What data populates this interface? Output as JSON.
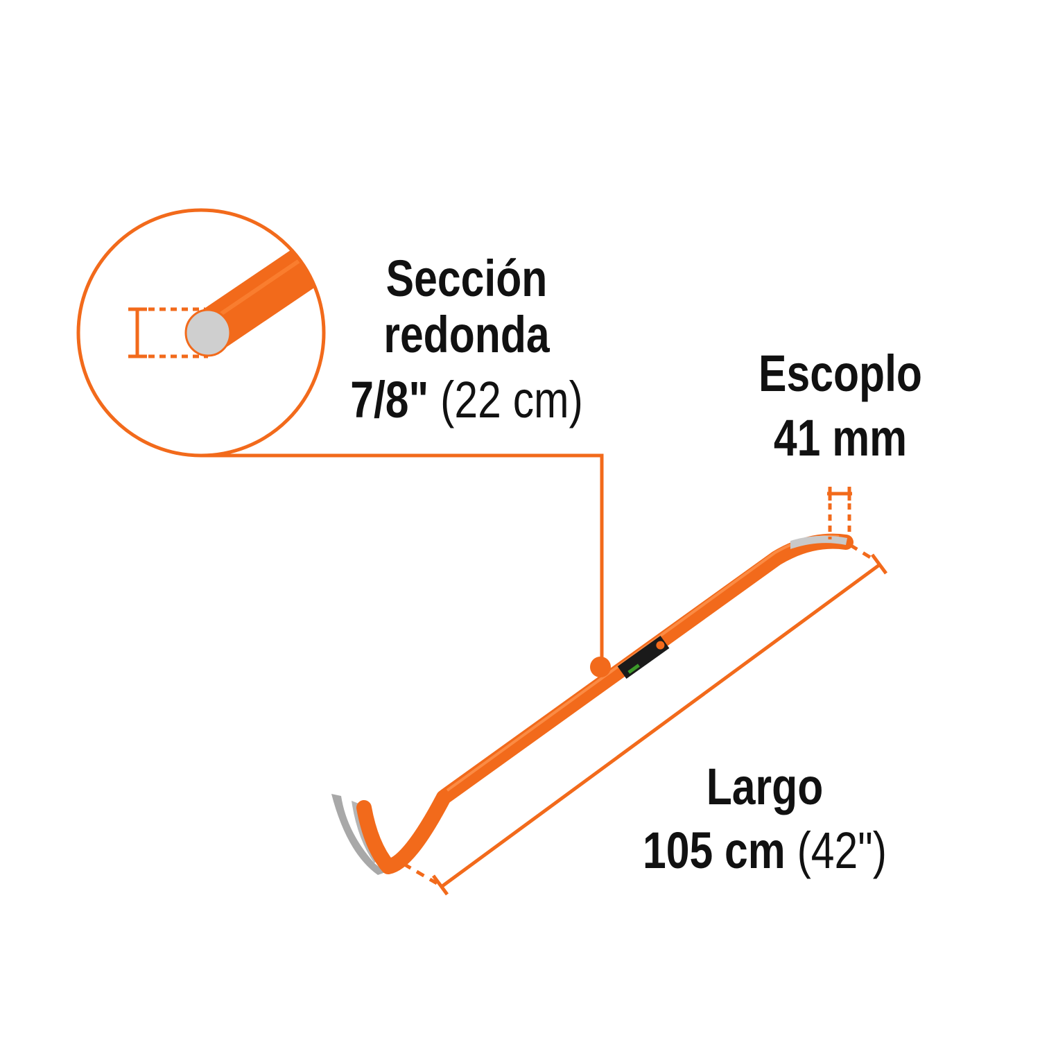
{
  "colors": {
    "accent": "#f26a1b",
    "steel": "#c9c9c9",
    "text": "#111111"
  },
  "section_label": {
    "line1": "Sección",
    "line2": "redonda",
    "size_bold": "7/8\"",
    "size_regular": " (22 cm)"
  },
  "chisel_label": {
    "line1": "Escoplo",
    "line2": "41 mm"
  },
  "length_label": {
    "line1": "Largo",
    "value_bold": "105 cm",
    "value_regular": " (42\")"
  }
}
